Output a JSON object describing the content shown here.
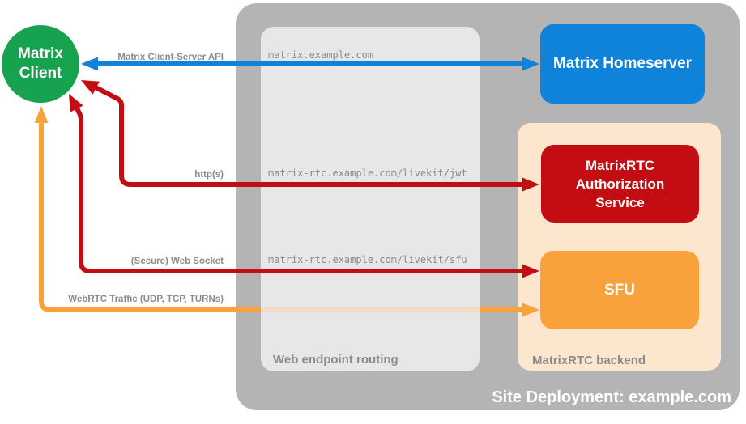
{
  "client": {
    "label": "Matrix\nClient"
  },
  "site": {
    "caption": "Site Deployment: example.com"
  },
  "routing": {
    "caption": "Web endpoint routing",
    "endpoints": [
      "matrix.example.com",
      "matrix-rtc.example.com/livekit/jwt",
      "matrix-rtc.example.com/livekit/sfu"
    ]
  },
  "backend": {
    "caption": "MatrixRTC backend"
  },
  "nodes": {
    "homeserver": {
      "label": "Matrix Homeserver"
    },
    "auth_service": {
      "label": "MatrixRTC\nAuthorization\nService"
    },
    "sfu": {
      "label": "SFU"
    }
  },
  "connections": [
    {
      "id": "client-server-api",
      "label": "Matrix Client-Server API",
      "color": "#0f82d9",
      "style": "bidirectional"
    },
    {
      "id": "http",
      "label": "http(s)",
      "color": "#c40d12",
      "style": "bidirectional"
    },
    {
      "id": "web-socket",
      "label": "(Secure) Web Socket",
      "color": "#c40d12",
      "style": "bidirectional"
    },
    {
      "id": "webrtc-traffic",
      "label": "WebRTC Traffic (UDP, TCP, TURNs)",
      "color": "#f9a23c",
      "style": "bidirectional"
    }
  ],
  "colors": {
    "client_green": "#17a24f",
    "homeserver_blue": "#0f82d9",
    "auth_red": "#c40d12",
    "sfu_orange": "#f9a23c",
    "backend_peach": "#fce6cd",
    "site_gray": "#b4b4b4",
    "panel_gray": "#e7e7e7",
    "caption_gray": "#8c8c8c",
    "faded_orange": "#efdcc2"
  }
}
